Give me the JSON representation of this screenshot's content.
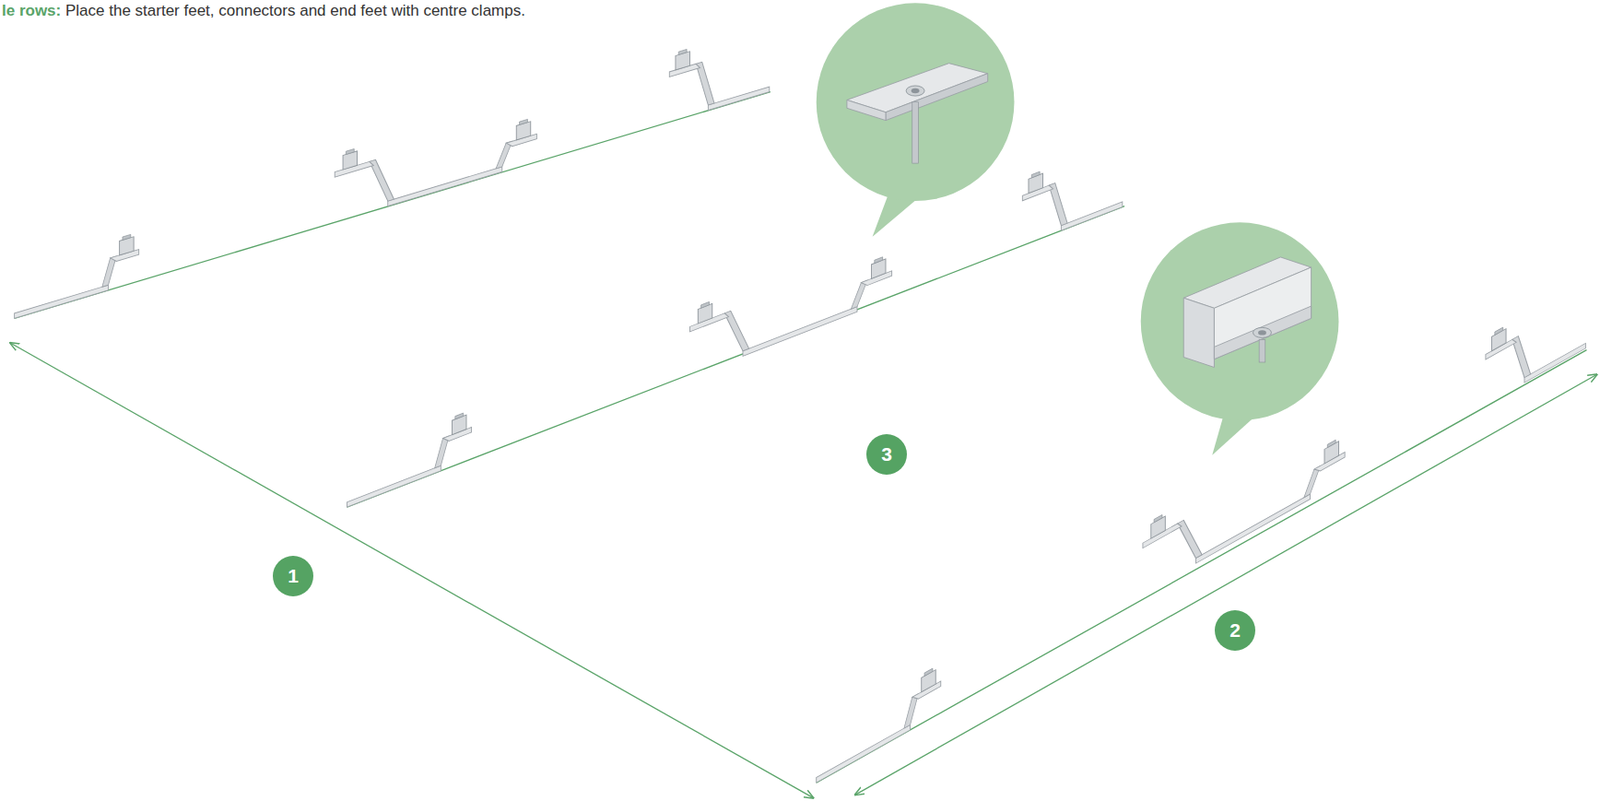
{
  "diagram": {
    "nodes": [
      {
        "text": [
          "1"
        ]
      },
      {
        "text": [
          "2"
        ]
      },
      {
        "text": [
          "3"
        ]
      }
    ],
    "labels": [
      "le rows:",
      "Place the starter feet, connectors and end feet with centre clamps."
    ]
  }
}
